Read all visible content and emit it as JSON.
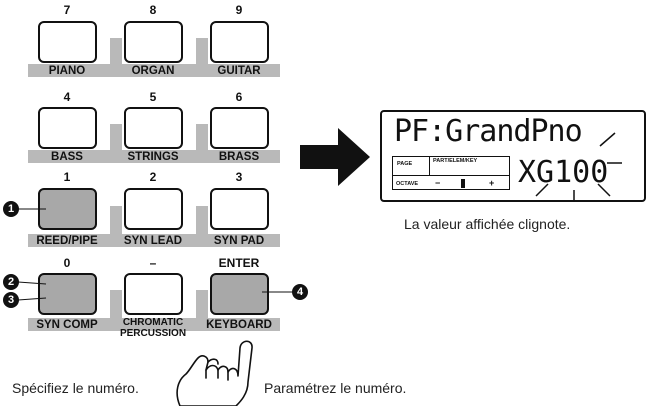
{
  "keypad": {
    "rows": [
      {
        "keys": [
          {
            "number": "7",
            "label": "PIANO",
            "pressed": false
          },
          {
            "number": "8",
            "label": "ORGAN",
            "pressed": false
          },
          {
            "number": "9",
            "label": "GUITAR",
            "pressed": false
          }
        ]
      },
      {
        "keys": [
          {
            "number": "4",
            "label": "BASS",
            "pressed": false
          },
          {
            "number": "5",
            "label": "STRINGS",
            "pressed": false
          },
          {
            "number": "6",
            "label": "BRASS",
            "pressed": false
          }
        ]
      },
      {
        "keys": [
          {
            "number": "1",
            "label": "REED/PIPE",
            "pressed": true
          },
          {
            "number": "2",
            "label": "SYN LEAD",
            "pressed": false
          },
          {
            "number": "3",
            "label": "SYN PAD",
            "pressed": false
          }
        ]
      },
      {
        "keys": [
          {
            "number": "0",
            "label": "SYN COMP",
            "pressed": true
          },
          {
            "number": "–",
            "label_line1": "CHROMATIC",
            "label_line2": "PERCUSSION",
            "pressed": false
          },
          {
            "number": "ENTER",
            "label": "KEYBOARD",
            "pressed": true
          }
        ]
      }
    ]
  },
  "callouts": [
    "1",
    "2",
    "3",
    "4"
  ],
  "display": {
    "line1": "PF:GrandPno",
    "page_label": "PAGE",
    "part_label": "PART/ELEM/KEY",
    "octave_label": "OCTAVE",
    "minus": "−",
    "plus": "+",
    "line2": "XG100",
    "caption": "La valeur affichée clignote."
  },
  "captions": {
    "left": "Spécifiez le numéro.",
    "right": "Paramétrez le numéro."
  },
  "colors": {
    "pressed_key": "#a8a8a8",
    "label_strip": "#b9b9b9",
    "outline": "#111111"
  },
  "icons": [
    "arrow-right-icon",
    "hand-pointer-icon",
    "blink-rays-icon"
  ]
}
